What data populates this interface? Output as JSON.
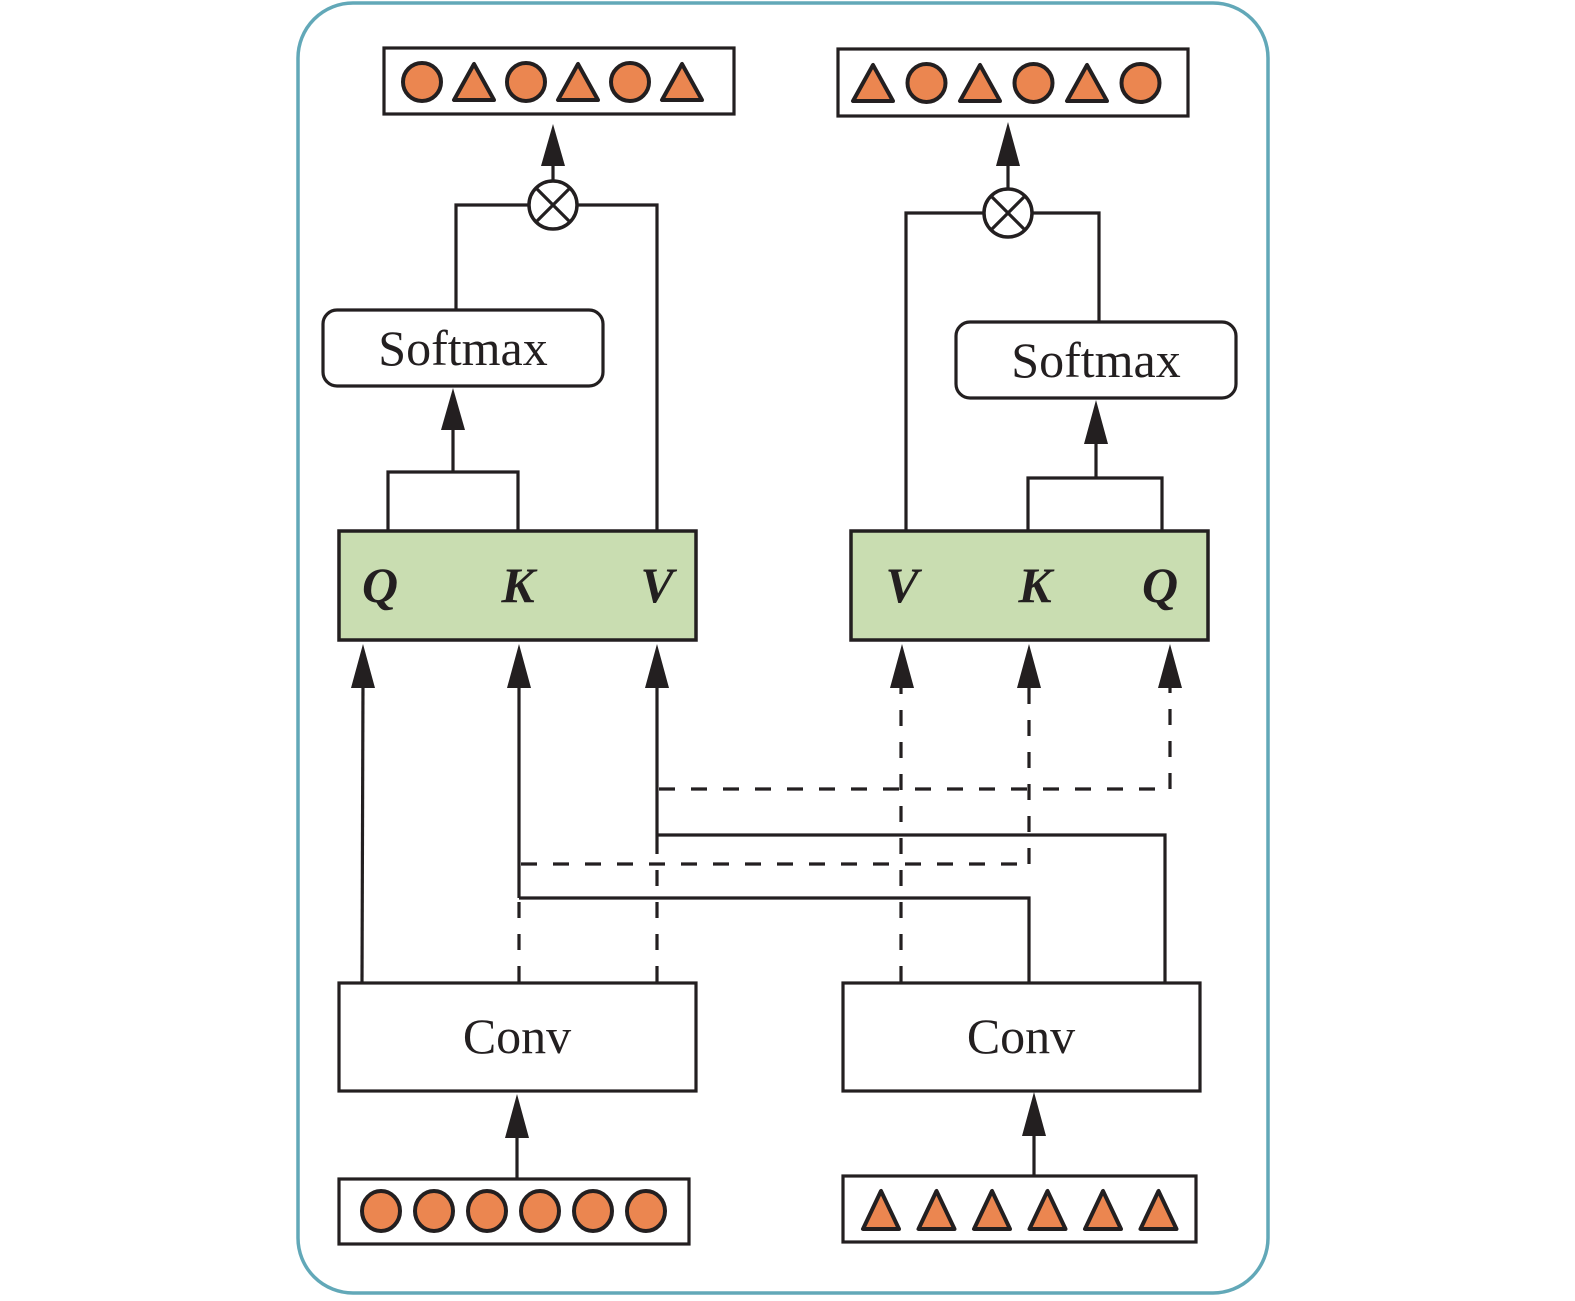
{
  "diagram": {
    "title": "Cross-modal attention module",
    "colors": {
      "frame": "#62a8b8",
      "qkv_fill": "#c9ddb1",
      "token_fill": "#eb8650",
      "stroke": "#231f20"
    },
    "left_branch": {
      "input_tokens": [
        "circle",
        "circle",
        "circle",
        "circle",
        "circle",
        "circle"
      ],
      "conv_label": "Conv",
      "qkv_labels": [
        "Q",
        "K",
        "V"
      ],
      "softmax_label": "Softmax",
      "multiply_symbol": "⊗",
      "output_tokens": [
        "circle",
        "triangle",
        "circle",
        "triangle",
        "circle",
        "triangle"
      ]
    },
    "right_branch": {
      "input_tokens": [
        "triangle",
        "triangle",
        "triangle",
        "triangle",
        "triangle",
        "triangle"
      ],
      "conv_label": "Conv",
      "qkv_labels": [
        "V",
        "K",
        "Q"
      ],
      "softmax_label": "Softmax",
      "multiply_symbol": "⊗",
      "output_tokens": [
        "triangle",
        "circle",
        "triangle",
        "circle",
        "triangle",
        "circle"
      ]
    },
    "connections": {
      "solid": "own-branch and cross-branch feature flow",
      "dashed": "cross-branch feature flow to right Q/K/V"
    }
  }
}
